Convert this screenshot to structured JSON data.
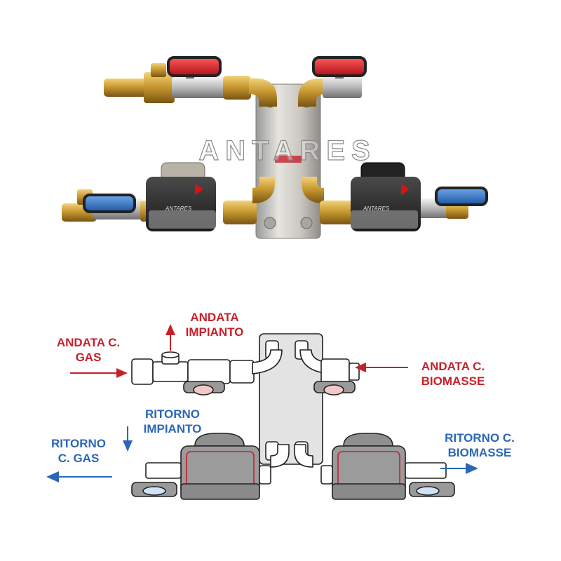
{
  "photo": {
    "brand_watermark": "ANTARES",
    "pump_brand_label": "ANTARES"
  },
  "diagram": {
    "supply_color": "#c8202a",
    "return_color": "#2a67b6",
    "labels": {
      "andata_gas": {
        "line1": "ANDATA C.",
        "line2": "GAS"
      },
      "andata_impianto": {
        "line1": "ANDATA",
        "line2": "IMPIANTO"
      },
      "andata_biomasse": {
        "line1": "ANDATA C.",
        "line2": "BIOMASSE"
      },
      "ritorno_impianto": {
        "line1": "RITORNO",
        "line2": "IMPIANTO"
      },
      "ritorno_gas": {
        "line1": "RITORNO",
        "line2": "C. GAS"
      },
      "ritorno_biomasse": {
        "line1": "RITORNO C.",
        "line2": "BIOMASSE"
      }
    }
  }
}
